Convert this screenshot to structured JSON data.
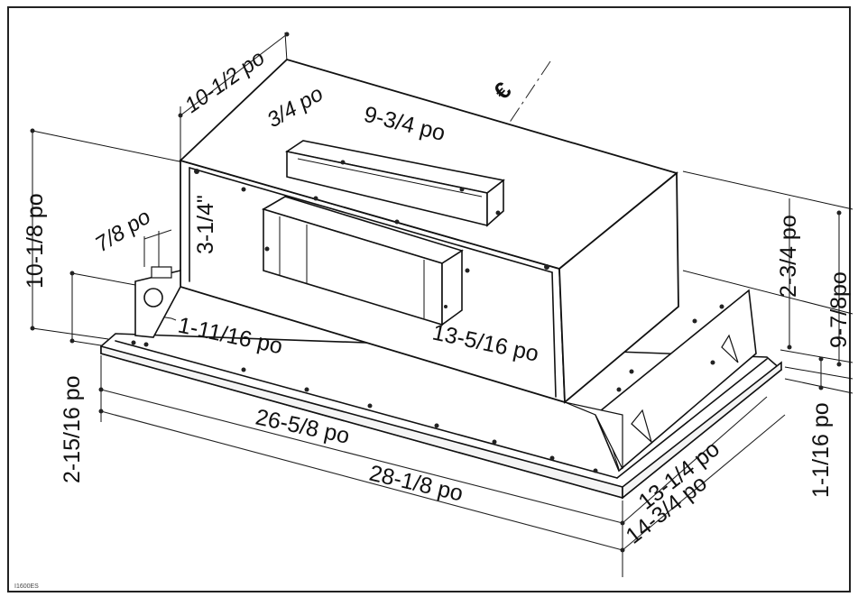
{
  "diagram": {
    "border_color": "#222222",
    "symbol": "€",
    "code": "I1600ES",
    "dimensions": {
      "top_depth": "10-1/2 po",
      "collar_offset": "3/4 po",
      "collar_width": "9-3/4 po",
      "overall_height": "10-1/8 po",
      "side_offset": "7/8 po",
      "box_height": "3-1/4\"",
      "hole_offset": "1-11/16 po",
      "box_center": "13-5/16 po",
      "right_top": "2-3/4 po",
      "right_height": "9-7/8po",
      "flange_height": "2-15/16 po",
      "flange_thickness": "1-1/16 po",
      "inner_width": "26-5/8 po",
      "outer_width": "28-1/8 po",
      "inner_depth": "13-1/4 po",
      "outer_depth": "14-3/4 po"
    }
  }
}
